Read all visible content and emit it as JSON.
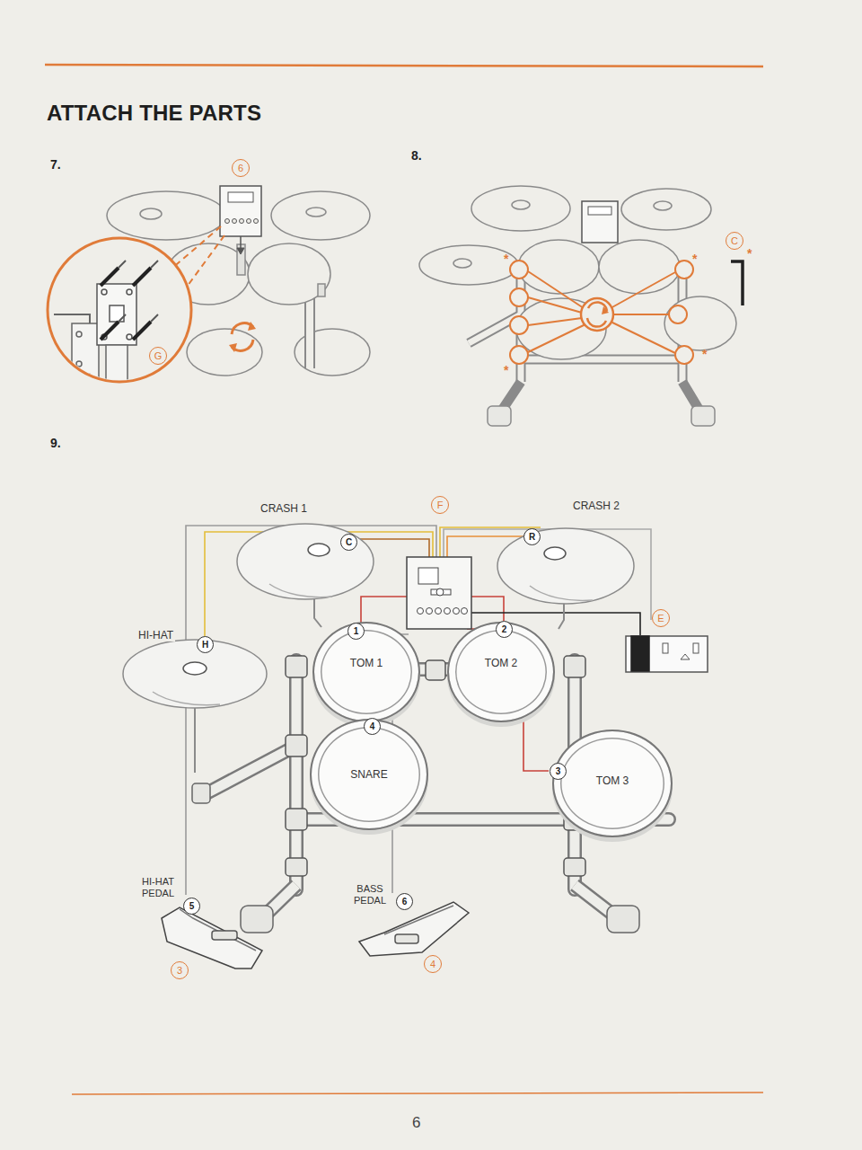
{
  "diagram": {
    "title": "ATTACH THE PARTS",
    "nodes": [
      {
        "text": [
          "TOM 1"
        ]
      },
      {
        "text": [
          "TOM 2"
        ]
      },
      {
        "text": [
          "SNARE"
        ]
      },
      {
        "text": [
          "TOM 3"
        ]
      }
    ],
    "labels": [
      "7.",
      "6",
      "G",
      "8.",
      "*",
      "*",
      "C",
      "*",
      "*",
      "*",
      "9.",
      "CRASH 1",
      "F",
      "CRASH 2",
      "R",
      "C",
      "E",
      "2",
      "1",
      "HI-HAT",
      "H",
      "4",
      "3",
      "HI-HAT PEDAL",
      "5",
      "BASS PEDAL",
      "6",
      "3",
      "4",
      "6"
    ]
  }
}
